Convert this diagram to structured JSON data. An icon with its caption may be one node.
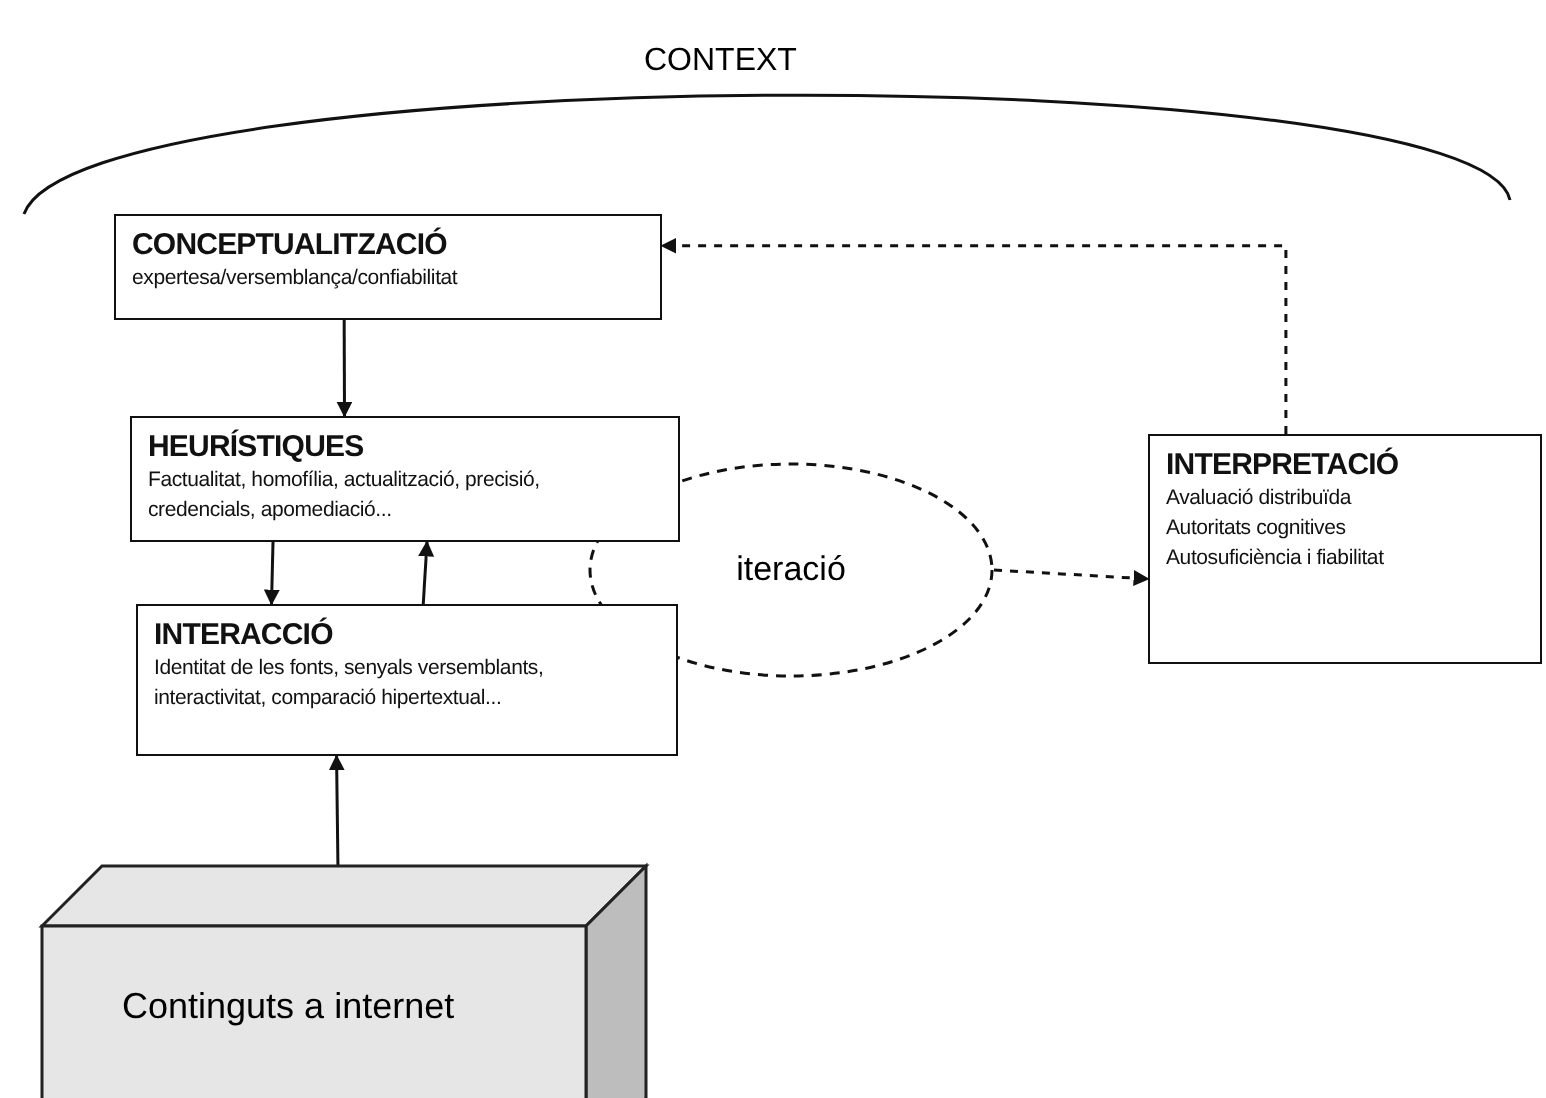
{
  "diagram": {
    "nodes": [
      {
        "text": [
          "CONCEPTUALITZACIÓ",
          "expertesa/versemblança/confiabilitat"
        ]
      },
      {
        "text": [
          "HEURÍSTIQUES",
          "Factualitat, homofília, actualització, precisió, credencials, apomediació..."
        ]
      },
      {
        "text": [
          "INTERACCIÓ",
          "Identitat de les fonts, senyals versemblants, interactivitat, comparació hipertextual..."
        ]
      },
      {
        "text": [
          "iteració"
        ]
      },
      {
        "text": [
          "INTERPRETACIÓ",
          "Avaluació distribuïda",
          "Autoritats cognitives",
          "Autosuficiència i fiabilitat"
        ]
      },
      {
        "text": [
          "Continguts a internet"
        ]
      }
    ],
    "edges": [
      {
        "from": 0,
        "to": 1,
        "arrow": "to"
      },
      {
        "from": 1,
        "to": 2,
        "arrow": "to"
      },
      {
        "from": 2,
        "to": 1,
        "arrow": "to"
      },
      {
        "from": 5,
        "to": 2,
        "arrow": "to"
      },
      {
        "from": 3,
        "to": 4,
        "arrow": "to",
        "style": "dashed"
      },
      {
        "from": 4,
        "to": 0,
        "arrow": "to",
        "style": "dashed"
      }
    ],
    "labels": [
      "CONTEXT"
    ]
  }
}
